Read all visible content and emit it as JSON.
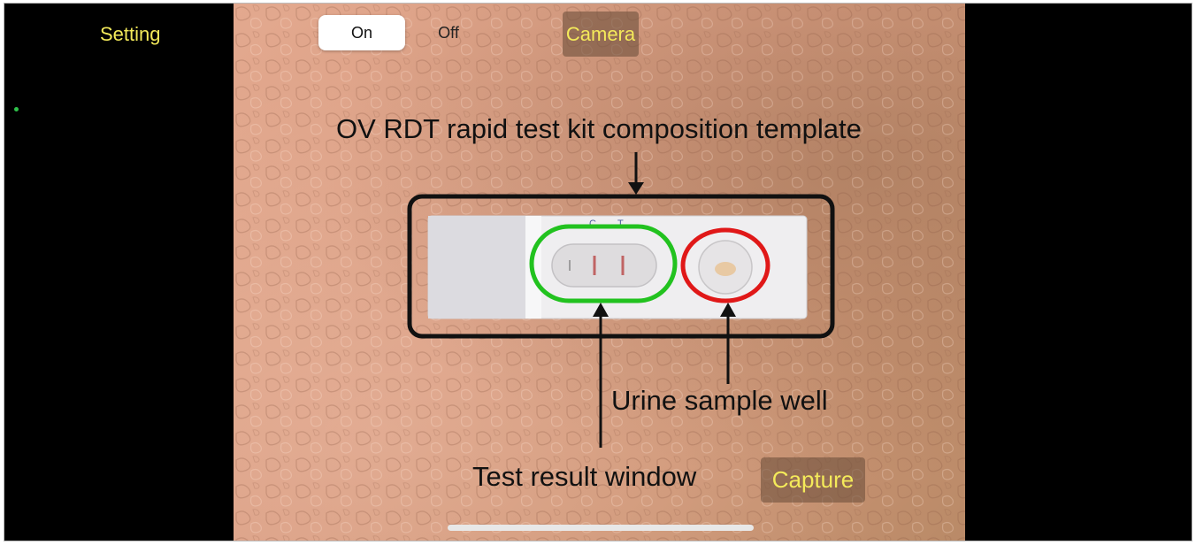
{
  "sidebar": {
    "setting_label": "Setting"
  },
  "toggle": {
    "on_label": "On",
    "off_label": "Off",
    "selected": "On"
  },
  "camera_button": {
    "label": "Camera"
  },
  "capture_button": {
    "label": "Capture"
  },
  "annotations": {
    "template_label": "OV RDT rapid test kit composition template",
    "result_window_label": "Test result window",
    "sample_well_label": "Urine sample well"
  },
  "colors": {
    "accent_text": "#f4ea5a",
    "result_window_ring": "#22c21f",
    "sample_well_ring": "#e01818",
    "template_frame": "#111111",
    "status_dot": "#2fc24a"
  }
}
